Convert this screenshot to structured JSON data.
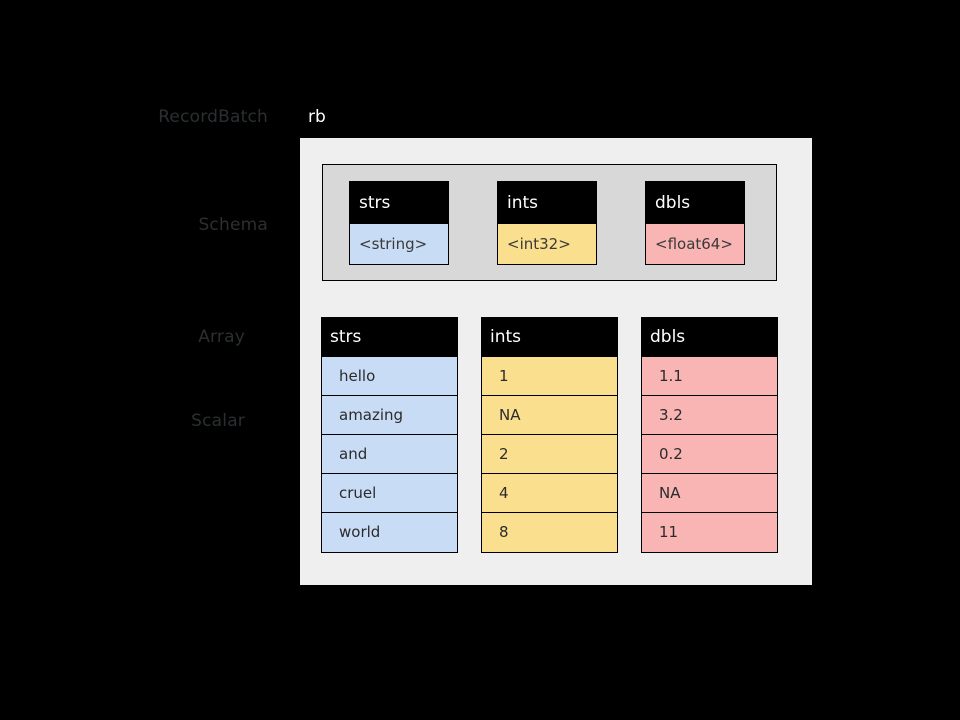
{
  "diagram": {
    "object_label": "rb",
    "annotations": [
      {
        "key": "recordbatch",
        "label": "RecordBatch"
      },
      {
        "key": "schema",
        "label": "Schema"
      },
      {
        "key": "array",
        "label": "Array"
      },
      {
        "key": "scalar",
        "label": "Scalar"
      }
    ],
    "colors": {
      "background": "#000000",
      "container": "#efefef",
      "schema_panel": "#d8d8d8",
      "header": "#000000",
      "header_text": "#ffffff",
      "strs": "#c9dcf5",
      "ints": "#fadf8f",
      "dbls": "#f9b4b4",
      "annotation_text": "#2b2f31"
    },
    "schema": {
      "fields": [
        {
          "name": "strs",
          "type": "<string>"
        },
        {
          "name": "ints",
          "type": "<int32>"
        },
        {
          "name": "dbls",
          "type": "<float64>"
        }
      ]
    },
    "arrays": [
      {
        "name": "strs",
        "values": [
          "hello",
          "amazing",
          "and",
          "cruel",
          "world"
        ]
      },
      {
        "name": "ints",
        "values": [
          "1",
          "NA",
          "2",
          "4",
          "8"
        ]
      },
      {
        "name": "dbls",
        "values": [
          "1.1",
          "3.2",
          "0.2",
          "NA",
          "11"
        ]
      }
    ]
  }
}
